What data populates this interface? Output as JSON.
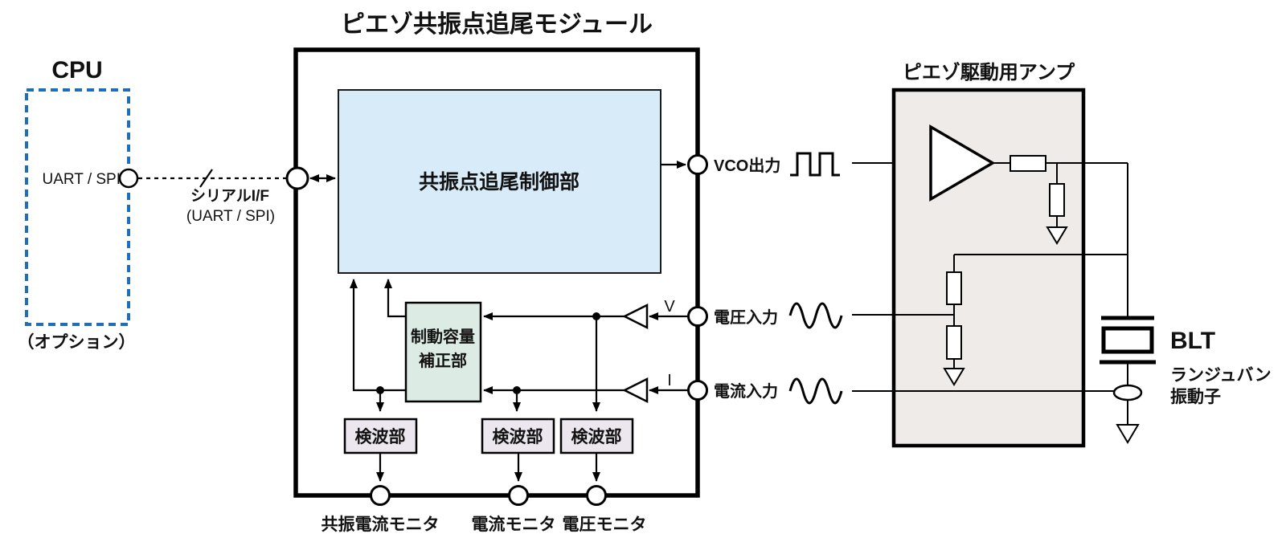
{
  "diagram": {
    "title": "ピエゾ共振点追尾モジュール",
    "cpu": {
      "label": "CPU",
      "port": "UART / SPI",
      "note": "（オプション）"
    },
    "serial": {
      "label": "シリアルI/F",
      "sublabel": "(UART / SPI)"
    },
    "module": {
      "control_block": "共振点追尾制御部",
      "damping_line1": "制動容量",
      "damping_line2": "補正部",
      "detector": "検波部",
      "v": "V",
      "i": "I",
      "vco_out": "VCO出力",
      "v_in": "電圧入力",
      "i_in": "電流入力",
      "monitor_resonance": "共振電流モニタ",
      "monitor_current": "電流モニタ",
      "monitor_voltage": "電圧モニタ"
    },
    "amp": {
      "title": "ピエゾ駆動用アンプ"
    },
    "blt": {
      "label": "BLT",
      "sub1": "ランジュバン",
      "sub2": "振動子"
    },
    "colors": {
      "control_fill": "#d7ebf8",
      "damping_fill": "#dcece5",
      "detector_fill": "#ece6ee",
      "amp_fill": "#eeebe9",
      "cpu_border": "#1e6fb7",
      "line": "#000000"
    }
  }
}
